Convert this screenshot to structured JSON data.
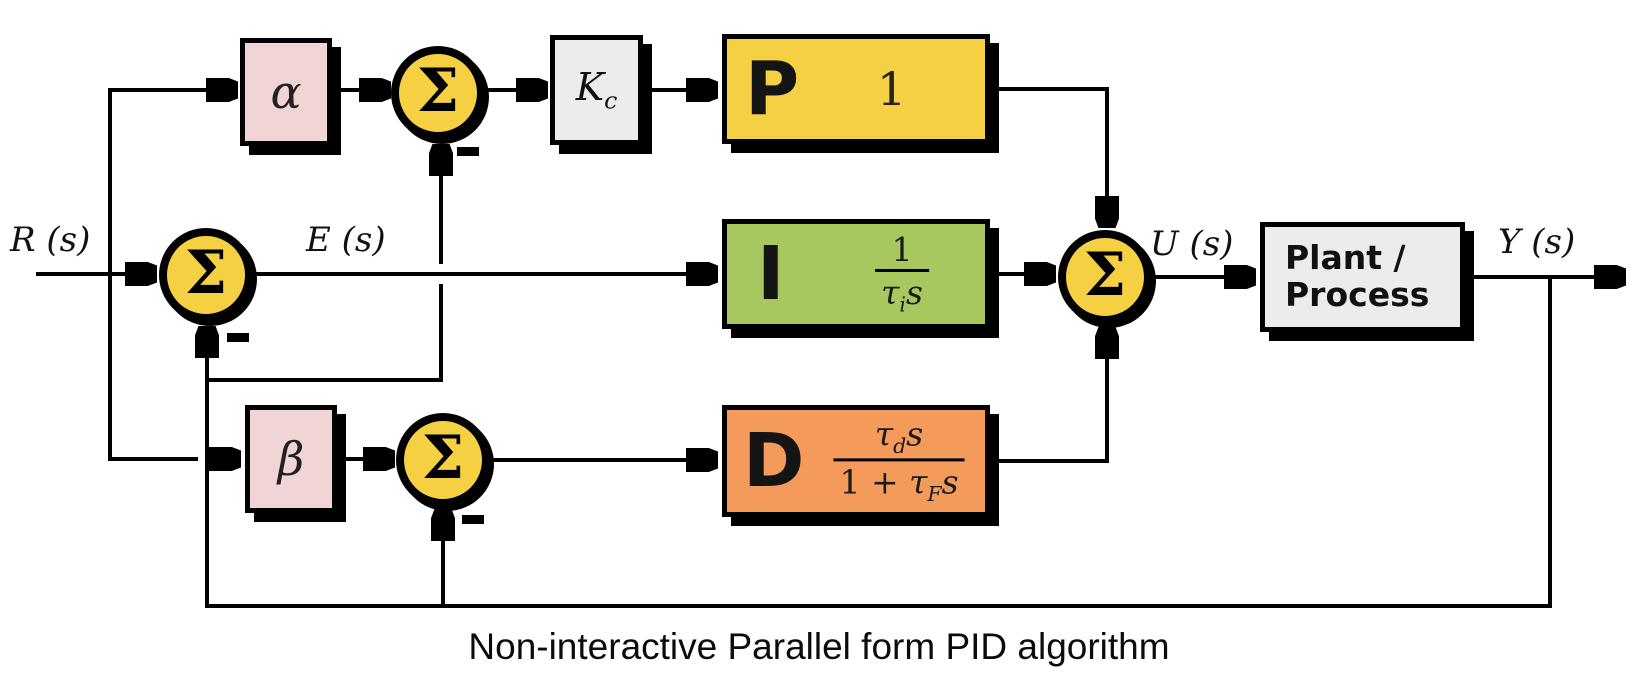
{
  "diagram": {
    "caption": "Non-interactive Parallel form PID algorithm",
    "signals": {
      "input": "R (s)",
      "error": "E (s)",
      "control": "U (s)",
      "output": "Y (s)"
    },
    "sum_symbol": "Σ",
    "minus_sign": "−",
    "blocks": {
      "alpha": {
        "label": "α"
      },
      "beta": {
        "label": "β"
      },
      "gain": {
        "base": "K",
        "sub": "c"
      },
      "proportional": {
        "letter": "P",
        "formula": "1"
      },
      "integral": {
        "letter": "I",
        "frac_num": "1",
        "den_tau": "τ",
        "den_sub": "i",
        "den_var": "s"
      },
      "derivative": {
        "letter": "D",
        "num_tau": "τ",
        "num_sub": "d",
        "num_var": "s",
        "den_pre": "1 + ",
        "den_tau": "τ",
        "den_sub": "F",
        "den_var": "s"
      },
      "plant": {
        "line1": "Plant /",
        "line2": "Process"
      }
    },
    "colors": {
      "sum_fill": "#F5D042",
      "p_fill": "#F5D042",
      "i_fill": "#A6C85F",
      "d_fill": "#F49A5B",
      "pink_fill": "#F1D4D6",
      "gray_fill": "#ECECEA",
      "line": "#000000",
      "background": "#FFFFFF"
    }
  }
}
